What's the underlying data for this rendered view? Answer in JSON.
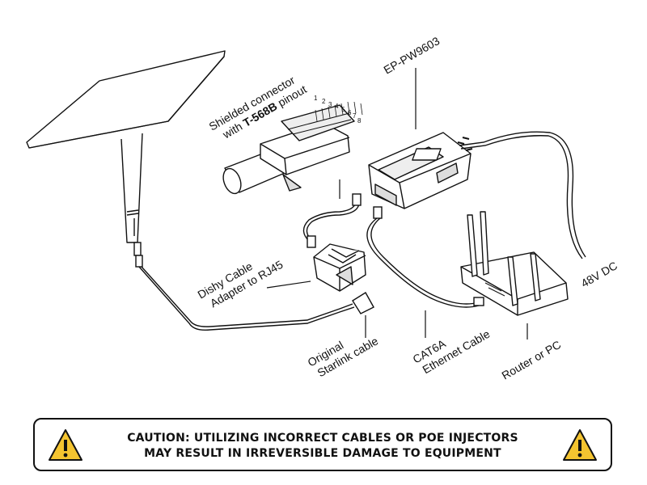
{
  "labels": {
    "shielded_line1": "Shielded connector",
    "shielded_line2_prefix": "with ",
    "shielded_line2_bold": "T-568B",
    "shielded_line2_suffix": " pinout",
    "device": "EP-PW9603",
    "dc": "48V DC",
    "adapter_line1": "Dishy Cable",
    "adapter_line2": "Adapter to RJ45",
    "original_line1": "Original",
    "original_line2": "Starlink cable",
    "cat6a_line1": "CAT6A",
    "cat6a_line2": "Ethernet Cable",
    "router": "Router or PC"
  },
  "pins": [
    "1",
    "2",
    "3",
    "4",
    "5",
    "6",
    "7",
    "8"
  ],
  "caution": {
    "line1": "CAUTION: UTILIZING INCORRECT CABLES OR POE INJECTORS",
    "line2": "MAY RESULT IN IRREVERSIBLE DAMAGE TO EQUIPMENT",
    "icon_color": "#f4c430"
  }
}
